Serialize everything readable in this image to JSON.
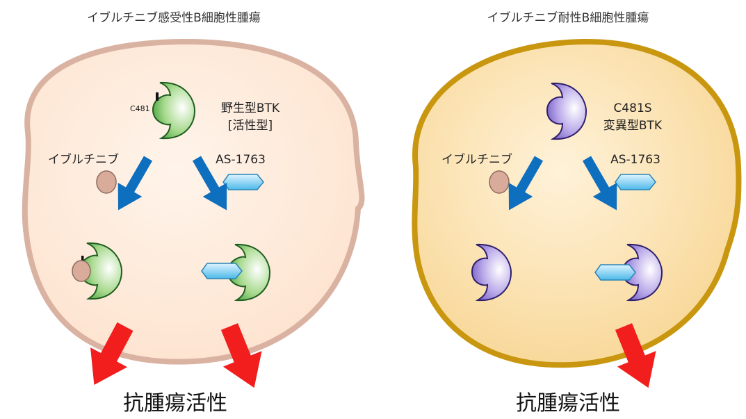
{
  "colors": {
    "cell_left_fill": "#fde8d6",
    "cell_left_border": "#d9b2a2",
    "cell_right_fill": "#fbdda3",
    "cell_right_border": "#c9960f",
    "wt_btk": "#2e9a2e",
    "mutant_btk": "#7b63c8",
    "ibrutinib": "#d9ab9b",
    "as1763": "#6cc8f0",
    "blue_arrow": "#0e6fbe",
    "red_arrow": "#f21d1d"
  },
  "left_panel": {
    "title": "イブルチニブ感受性B細胞性腫瘍",
    "btk_label_line1": "野生型BTK",
    "btk_label_line2": "[活性型]",
    "residue_label": "C481",
    "ibrutinib_label": "イブルチニブ",
    "as1763_label": "AS-1763",
    "outcome": "抗腫瘍活性"
  },
  "right_panel": {
    "title": "イブルチニブ耐性B細胞性腫瘍",
    "btk_label_line1": "C481S",
    "btk_label_line2": "変異型BTK",
    "ibrutinib_label": "イブルチニブ",
    "as1763_label": "AS-1763",
    "outcome": "抗腫瘍活性"
  }
}
